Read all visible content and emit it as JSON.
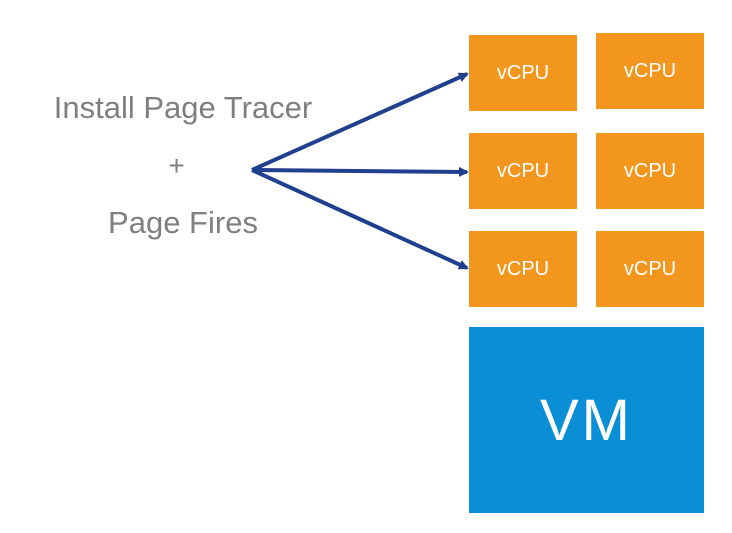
{
  "caption": {
    "line1": "Install Page Tracer",
    "line2": "+",
    "line3": "Page Fires"
  },
  "vcpus": [
    {
      "label": "vCPU"
    },
    {
      "label": "vCPU"
    },
    {
      "label": "vCPU"
    },
    {
      "label": "vCPU"
    },
    {
      "label": "vCPU"
    },
    {
      "label": "vCPU"
    }
  ],
  "vm": {
    "label": "VM"
  },
  "colors": {
    "vcpu_fill": "#f2961e",
    "vm_fill": "#0a8ed6",
    "arrow": "#1f3f8f",
    "caption_text": "#7f7f7f"
  }
}
